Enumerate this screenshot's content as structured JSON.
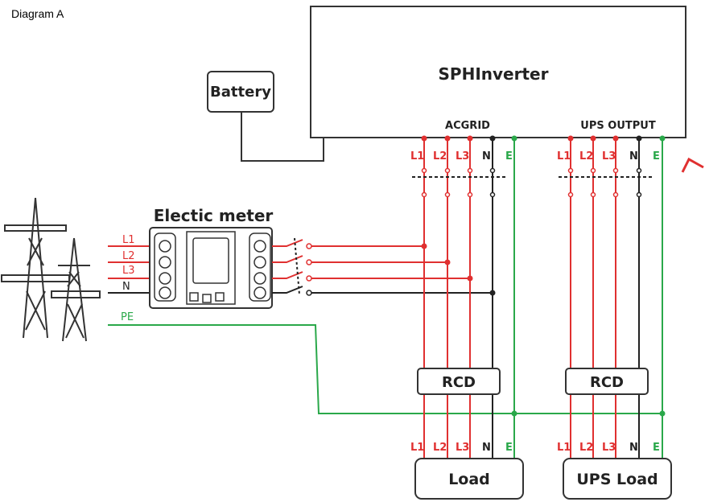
{
  "caption": "Diagram A",
  "inverter": {
    "title": "SPHInverter",
    "acgrid_label": "ACGRID",
    "ups_label": "UPS OUTPUT"
  },
  "battery": {
    "label": "Battery"
  },
  "meter": {
    "title": "Electic meter"
  },
  "rcd": {
    "left_label": "RCD",
    "right_label": "RCD"
  },
  "loads": {
    "load_label": "Load",
    "ups_load_label": "UPS Load"
  },
  "grid_lines": {
    "l1": "L1",
    "l2": "L2",
    "l3": "L3",
    "n": "N",
    "pe": "PE"
  },
  "terminals": {
    "l1": "L1",
    "l2": "L2",
    "l3": "L3",
    "n": "N",
    "e": "E"
  },
  "colors": {
    "phase": "#e03030",
    "earth": "#2aa84a",
    "neutral": "#222222",
    "outline": "#333333"
  }
}
